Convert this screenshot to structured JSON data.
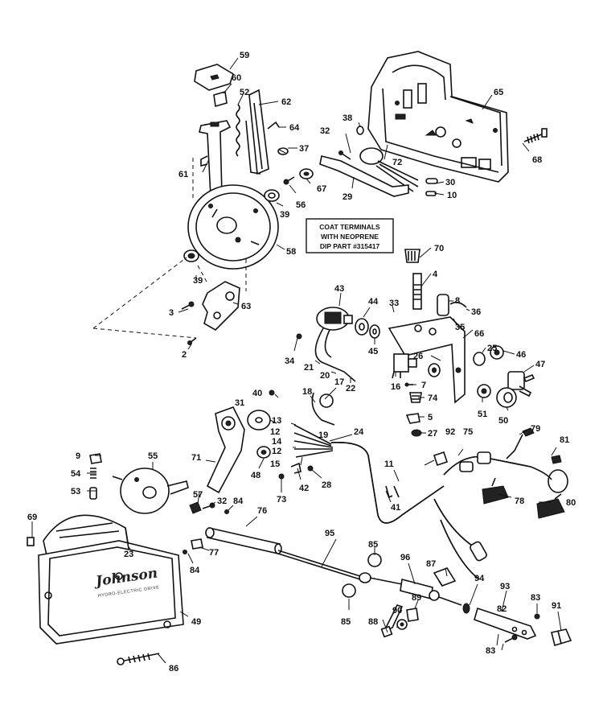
{
  "note": {
    "lines": [
      "COAT TERMINALS",
      "WITH NEOPRENE",
      "DIP PART #315417"
    ]
  },
  "nameplate": {
    "brand": "Johnson",
    "subtitle": "HYDRO-ELECTRIC DRIVE"
  },
  "labels": [
    "59",
    "60",
    "52",
    "62",
    "64",
    "37",
    "38",
    "32",
    "72",
    "65",
    "68",
    "61",
    "30",
    "10",
    "29",
    "67",
    "56",
    "39",
    "58",
    "70",
    "4",
    "8",
    "36",
    "35",
    "33",
    "43",
    "44",
    "45",
    "66",
    "26",
    "25",
    "46",
    "47",
    "34",
    "21",
    "20",
    "22",
    "16",
    "7",
    "74",
    "17",
    "18",
    "40",
    "31",
    "13",
    "12",
    "14",
    "12",
    "15",
    "19",
    "24",
    "5",
    "51",
    "50",
    "27",
    "79",
    "92",
    "75",
    "81",
    "9",
    "54",
    "53",
    "55",
    "71",
    "48",
    "73",
    "42",
    "28",
    "11",
    "41",
    "80",
    "78",
    "57",
    "32",
    "84",
    "76",
    "69",
    "23",
    "77",
    "95",
    "85",
    "96",
    "87",
    "94",
    "93",
    "83",
    "84",
    "89",
    "90",
    "88",
    "85",
    "82",
    "83",
    "91",
    "49",
    "86",
    "63",
    "39",
    "3",
    "2"
  ]
}
